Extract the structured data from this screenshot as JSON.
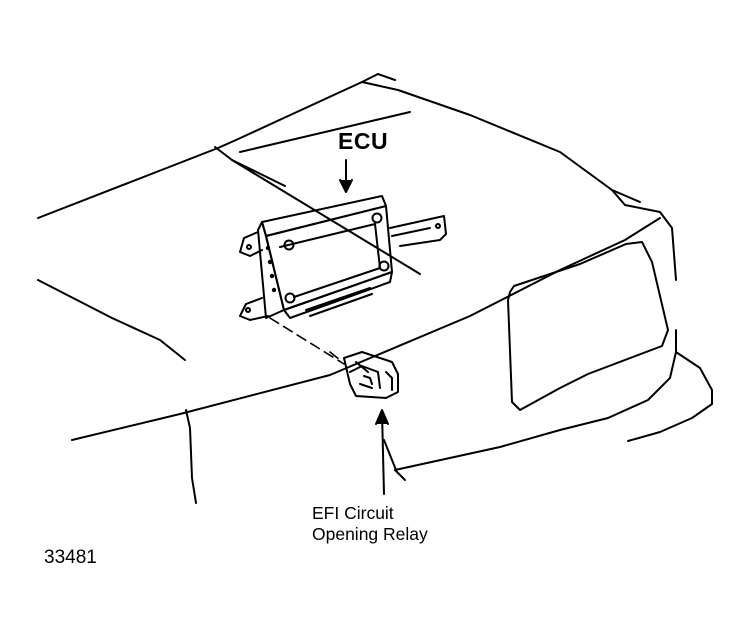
{
  "labels": {
    "ecu": "ECU",
    "relay_line1": "EFI Circuit",
    "relay_line2": "Opening Relay",
    "figure_number": "33481"
  },
  "colors": {
    "ink": "#000000",
    "paper": "#ffffff"
  }
}
